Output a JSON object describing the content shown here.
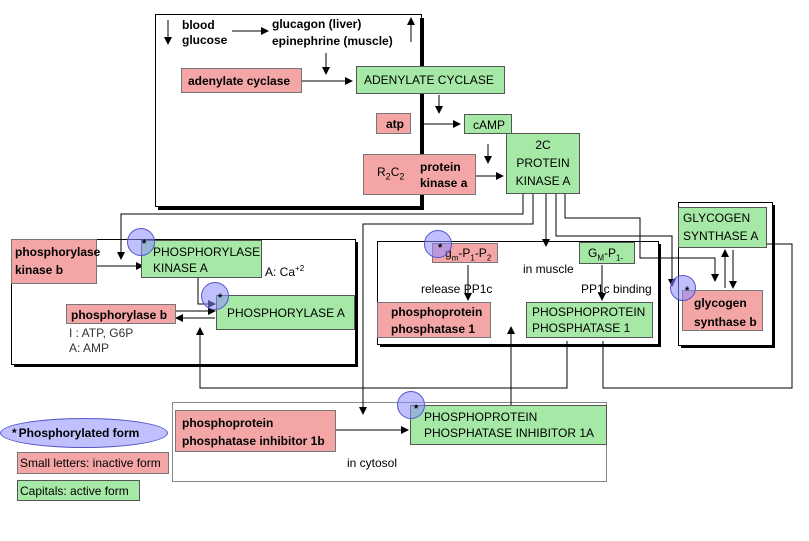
{
  "top": {
    "blood": "blood",
    "glucose": "glucose",
    "glucagon": "glucagon (liver)",
    "epinephrine": "epinephrine (muscle)",
    "adenylate_cyclase_inactive": "adenylate cyclase",
    "adenylate_cyclase_active": "ADENYLATE CYCLASE",
    "atp": "atp",
    "camp": "cAMP",
    "r2c2_r": "R",
    "r2c2_2a": "2",
    "r2c2_c": "C",
    "r2c2_2b": "2",
    "protein_kinase_a_l1": "protein",
    "protein_kinase_a_l2": "kinase a",
    "pka_active_l1": "2C",
    "pka_active_l2": "PROTEIN",
    "pka_active_l3": "KINASE A"
  },
  "left": {
    "phosphorylase_kinase_b_l1": "phosphorylase",
    "phosphorylase_kinase_b_l2": "kinase b",
    "phosphorylase_kinase_a_l1": "PHOSPHORYLASE",
    "phosphorylase_kinase_a_l2": "KINASE A",
    "ca_label": "A: Ca",
    "ca_sup": "+2",
    "phosphorylase_b": "phosphorylase b",
    "phosphorylase_a": "PHOSPHORYLASE A",
    "inhibitors": "I : ATP, G6P",
    "activator": "A: AMP"
  },
  "middle": {
    "gm_left": "g",
    "gm_left_sub": "m",
    "gm_left_rest": "-P",
    "gm_left_sub1": "1",
    "gm_left_rest2": "-P",
    "gm_left_sub2": "2",
    "gm_right": "G",
    "gm_right_sub": "M",
    "gm_right_rest": "-P",
    "gm_right_sub1": "1-",
    "in_muscle": "in muscle",
    "release": "release  PP1c",
    "binding": "PP1c   binding",
    "pp1_inactive_l1": "phosphoprotein",
    "pp1_inactive_l2": "phosphatase 1",
    "pp1_active_l1": "PHOSPHOPROTEIN",
    "pp1_active_l2": "PHOSPHATASE 1"
  },
  "right": {
    "gs_active_l1": "GLYCOGEN",
    "gs_active_l2": "SYNTHASE A",
    "gs_inactive_l1": "glycogen",
    "gs_inactive_l2": "synthase b"
  },
  "bottom": {
    "inhibitor_inactive_l1": "phosphoprotein",
    "inhibitor_inactive_l2": "phosphatase inhibitor 1b",
    "inhibitor_active_l1": "PHOSPHOPROTEIN",
    "inhibitor_active_l2": "PHOSPHATASE INHIBITOR 1A",
    "in_cytosol": "in cytosol"
  },
  "legend": {
    "star": "*",
    "phosphorylated": "Phosphorylated form",
    "small_letters": "Small letters:  inactive form",
    "capitals": "Capitals:  active form"
  },
  "colors": {
    "inactive": "#f4a6a6",
    "active": "#a6e8a6",
    "phosphorylated": "#8c8cff"
  }
}
